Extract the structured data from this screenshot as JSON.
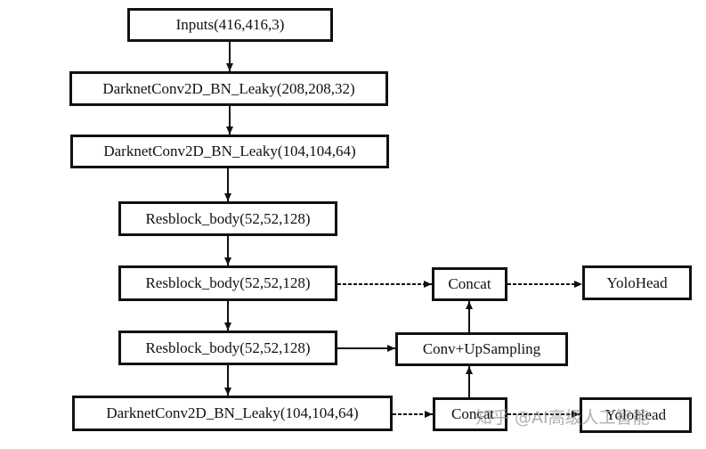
{
  "diagram": {
    "nodes": {
      "inputs": "Inputs(416,416,3)",
      "conv1": "DarknetConv2D_BN_Leaky(208,208,32)",
      "conv2": "DarknetConv2D_BN_Leaky(104,104,64)",
      "res1": "Resblock_body(52,52,128)",
      "res2": "Resblock_body(52,52,128)",
      "res3": "Resblock_body(52,52,128)",
      "conv3": "DarknetConv2D_BN_Leaky(104,104,64)",
      "concat_top": "Concat",
      "upsample": "Conv+UpSampling",
      "concat_bottom": "Concat",
      "yolohead_top": "YoloHead",
      "yolohead_bottom": "YoloHead"
    }
  },
  "watermark": "知乎 @AI高级人工智能",
  "colors": {
    "stroke": "#111111",
    "background": "#ffffff"
  }
}
